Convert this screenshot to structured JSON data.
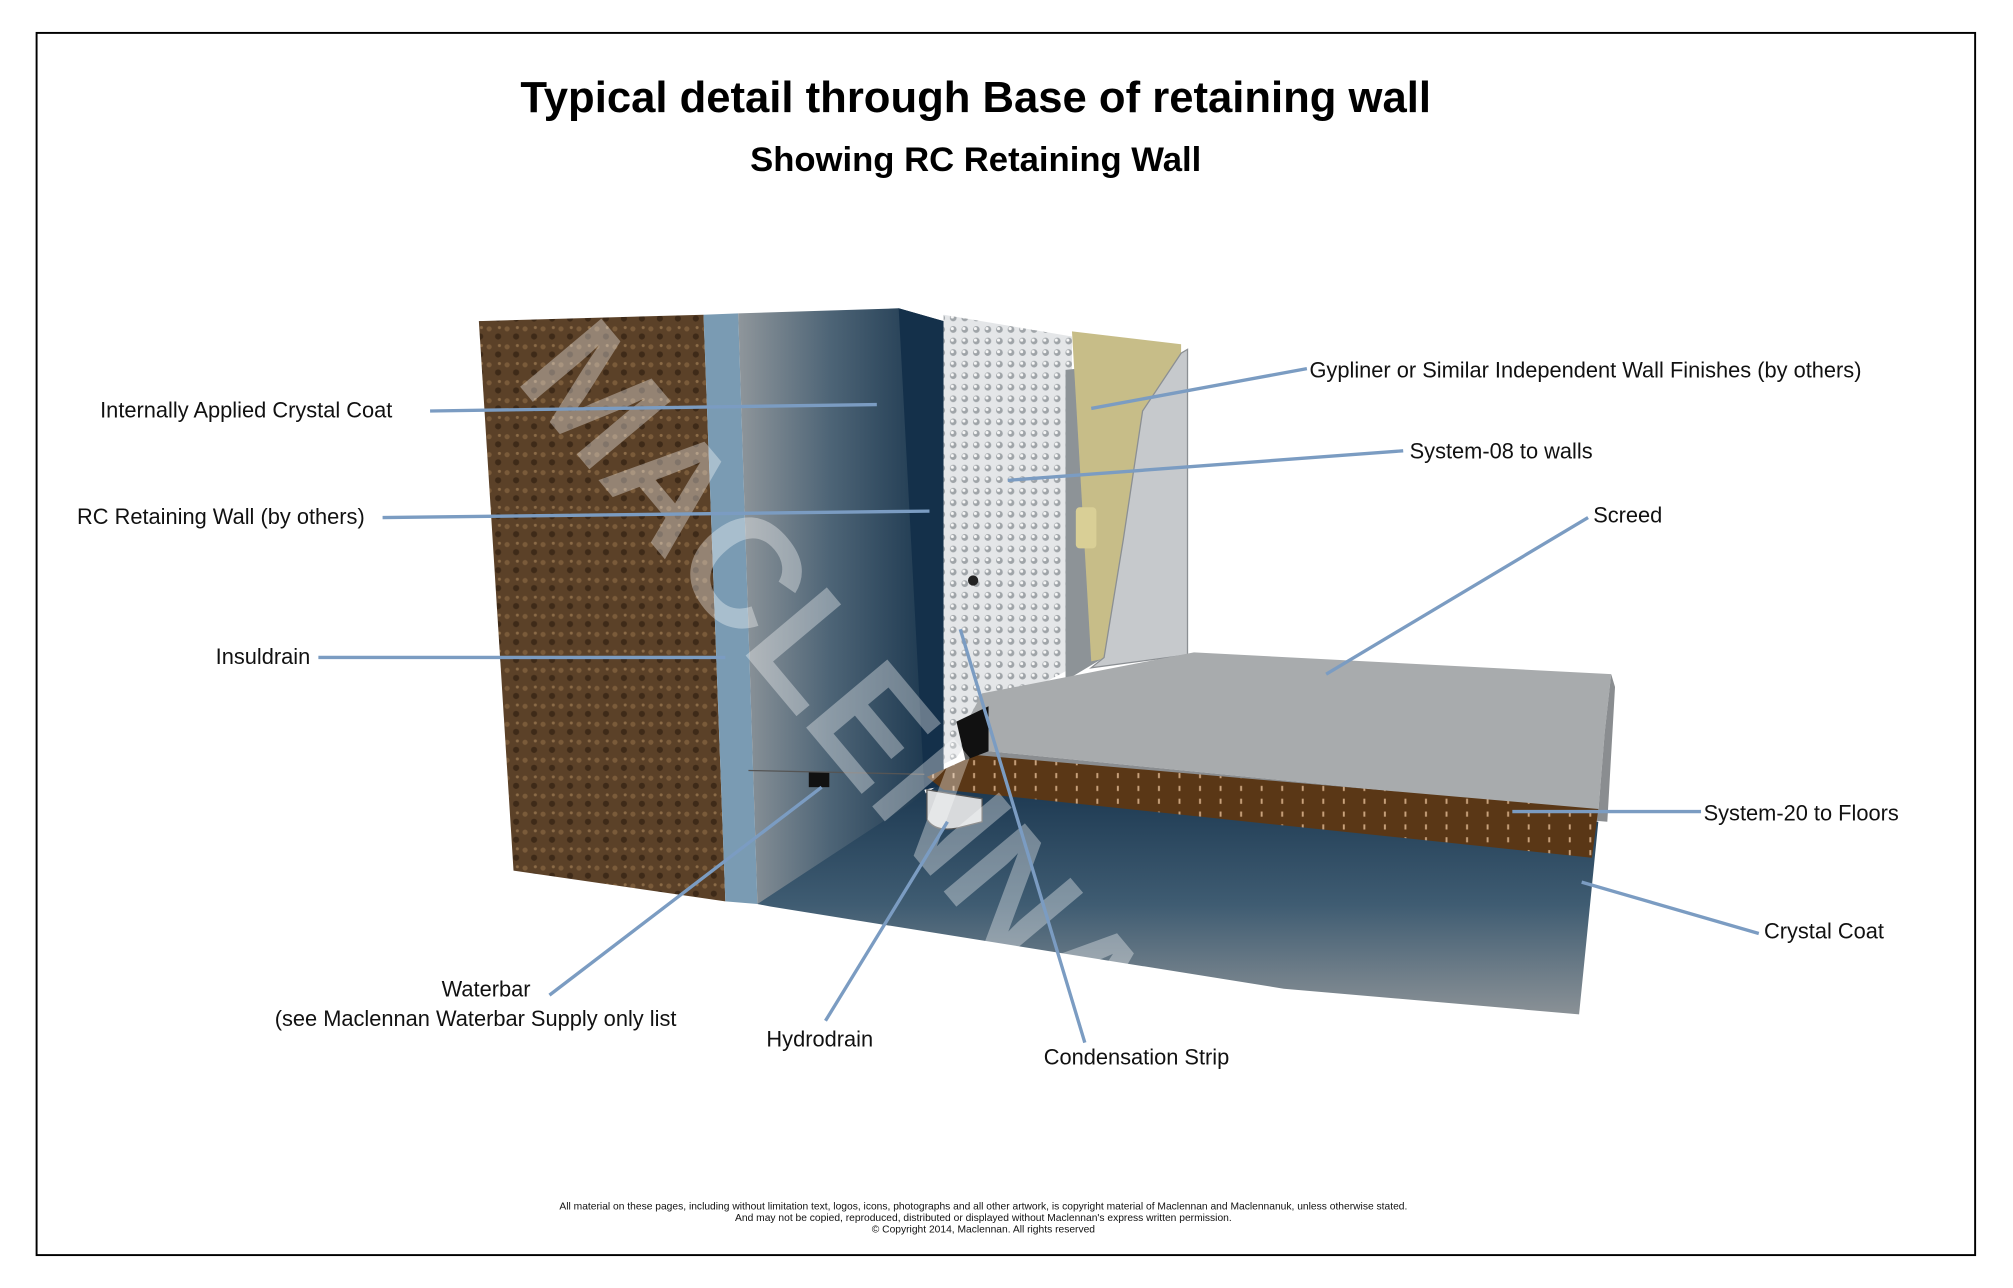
{
  "title": "Typical detail through Base of retaining wall",
  "subtitle": "Showing RC Retaining Wall",
  "watermark": "MACLENNAN",
  "labels": {
    "internal_crystal_coat": "Internally Applied Crystal Coat",
    "rc_wall": "RC Retaining Wall (by others)",
    "insuldrain": "Insuldrain",
    "waterbar": "Waterbar",
    "waterbar_note": "(see Maclennan Waterbar Supply only list",
    "hydrodrain": "Hydrodrain",
    "condensation_strip": "Condensation Strip",
    "gypliner": "Gypliner or Similar Independent Wall Finishes (by others)",
    "system08": "System-08 to walls",
    "screed": "Screed",
    "system20": "System-20 to Floors",
    "crystal_coat": "Crystal Coat"
  },
  "footer": {
    "line1": "All material on these pages, including without limitation text, logos, icons, photographs and all other artwork, is copyright material of Maclennan and Maclennanuk, unless otherwise stated.",
    "line2": "And may not be copied, reproduced, distributed or displayed without Maclennan's express written permission.",
    "line3": "© Copyright 2014, Maclennan.  All rights reserved"
  },
  "colors": {
    "leader": "#7b9cc2",
    "soil": "#5b4128",
    "concrete": "#8e9499",
    "blue": "#1c3a55"
  }
}
